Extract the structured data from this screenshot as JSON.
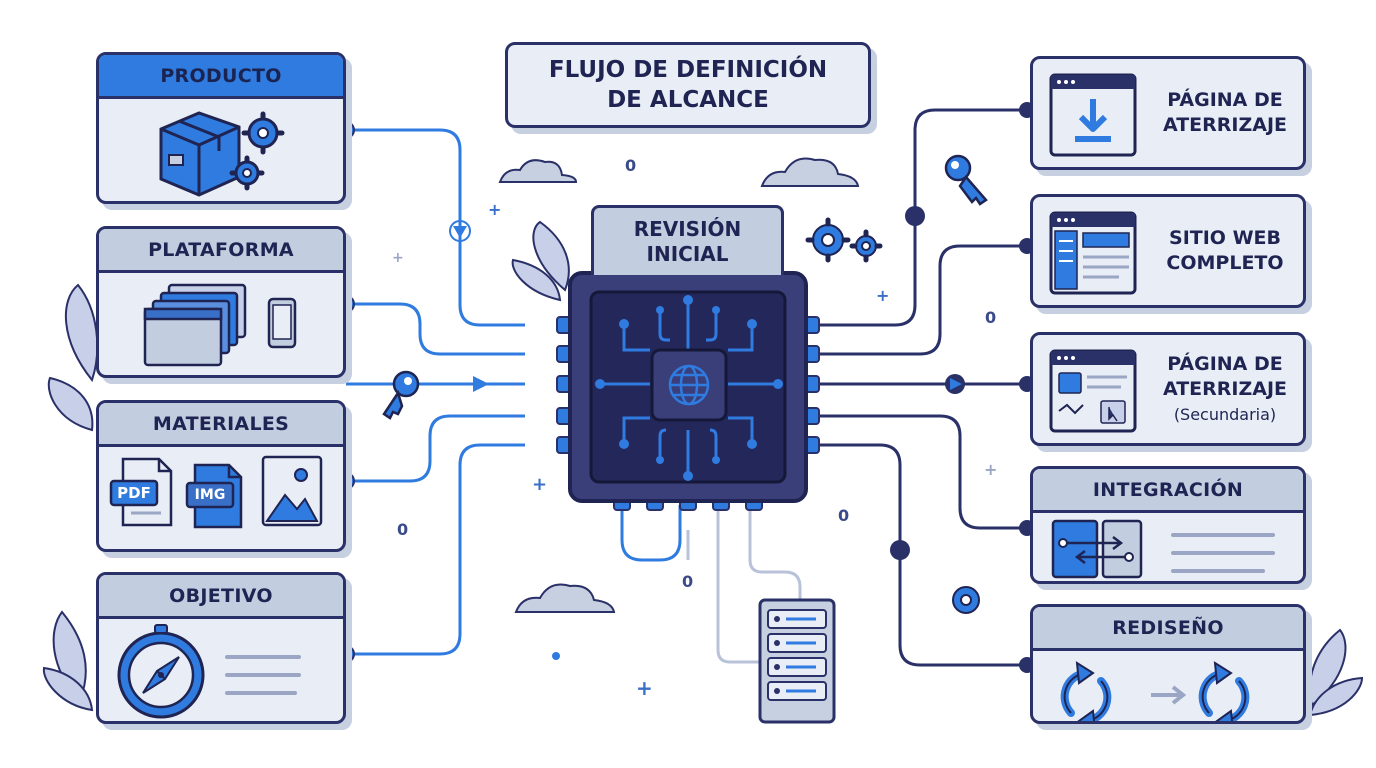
{
  "title": {
    "line1": "FLUJO DE DEFINICIÓN",
    "line2": "DE ALCANCE"
  },
  "center": {
    "line1": "REVISIÓN",
    "line2": "INICIAL"
  },
  "inputs": [
    {
      "label": "PRODUCTO",
      "icon": "box-gears-icon"
    },
    {
      "label": "PLATAFORMA",
      "icon": "windows-mobile-icon"
    },
    {
      "label": "MATERIALES",
      "icon": "files-icon"
    },
    {
      "label": "OBJETIVO",
      "icon": "compass-icon"
    }
  ],
  "materials": {
    "pdf": "PDF",
    "img": "IMG"
  },
  "outputs": [
    {
      "line1": "PÁGINA DE",
      "line2": "ATERRIZAJE",
      "sub": ""
    },
    {
      "line1": "SITIO WEB",
      "line2": "COMPLETO",
      "sub": ""
    },
    {
      "line1": "PÁGINA DE",
      "line2": "ATERRIZAJE",
      "sub": "(Secundaria)"
    }
  ],
  "integration": {
    "label": "INTEGRACIÓN"
  },
  "redesign": {
    "label": "REDISEÑO"
  },
  "zeros": [
    "0",
    "0",
    "0",
    "0",
    "0"
  ],
  "colors": {
    "navy": "#2a3068",
    "blue": "#2f7be0",
    "chip": "#3a3f7a",
    "card": "#e9eef6"
  }
}
